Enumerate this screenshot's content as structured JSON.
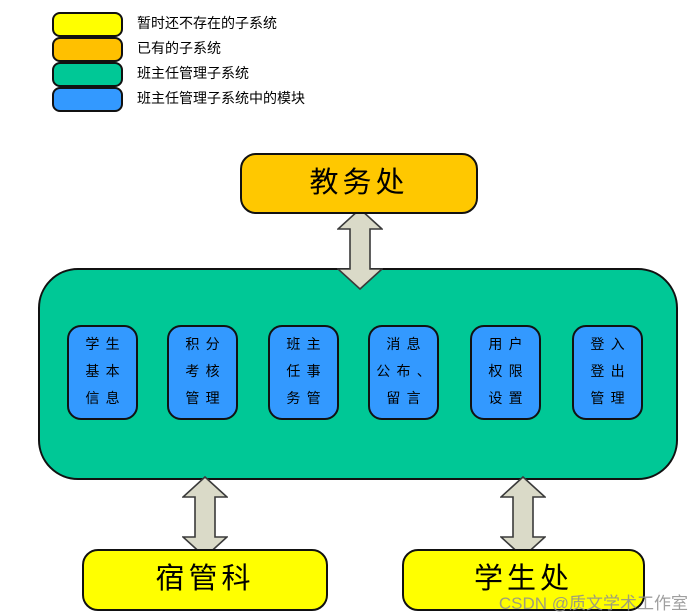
{
  "colors": {
    "not_yet_subsystem": "#ffff00",
    "existing_subsystem": "#ffc000",
    "teacher_mgmt_subsystem": "#00c896",
    "module_blue": "#3399ff",
    "top_box_gold": "#ffc800",
    "arrow_fill": "#dadac8",
    "shape_border": "#111111",
    "watermark_gray": "#8f8f8f"
  },
  "legend": {
    "items": [
      {
        "swatch": "yellow",
        "label": "暂时还不存在的子系统"
      },
      {
        "swatch": "gold",
        "label": "已有的子系统"
      },
      {
        "swatch": "green",
        "label": "班主任管理子系统"
      },
      {
        "swatch": "blue",
        "label": "班主任管理子系统中的模块"
      }
    ]
  },
  "diagram": {
    "top_box": {
      "label": "教务处"
    },
    "modules": [
      {
        "rows": [
          "学生",
          "基本",
          "信息"
        ]
      },
      {
        "rows": [
          "积分",
          "考核",
          "管理"
        ]
      },
      {
        "rows": [
          "班主",
          "任事",
          "务管"
        ]
      },
      {
        "rows": [
          "消息",
          "公布、",
          "留言"
        ]
      },
      {
        "rows": [
          "用户",
          "权限",
          "设置"
        ]
      },
      {
        "rows": [
          "登入",
          "登出",
          "管理"
        ]
      }
    ],
    "bottom_left_box": {
      "label": "宿管科"
    },
    "bottom_right_box": {
      "label": "学生处"
    }
  },
  "watermark": {
    "text": "CSDN @质文学术工作室"
  }
}
